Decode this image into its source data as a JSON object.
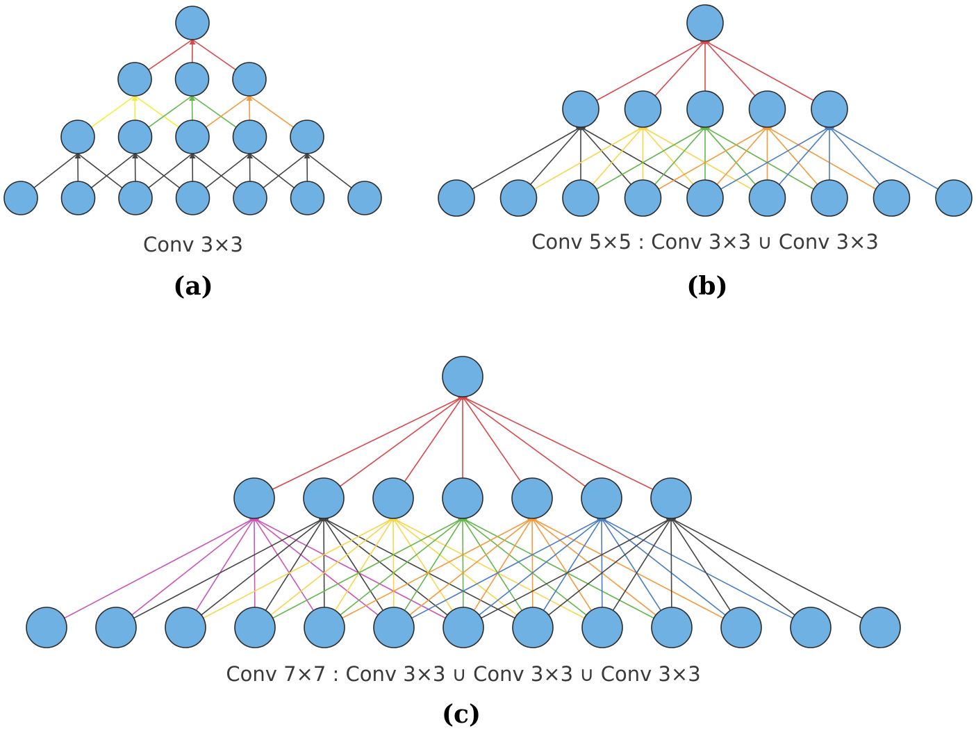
{
  "colors": {
    "node_fill": "#6fb1e2",
    "node_stroke": "#2b2b2b",
    "red": "#d9474b",
    "black": "#444444",
    "yellow": "#f6d64a",
    "bright_yellow": "#f2ee3c",
    "green": "#62b64b",
    "orange": "#f39a3c",
    "blue": "#4a7cc4",
    "magenta": "#c955b8"
  },
  "panels": [
    {
      "id": "a",
      "label": "(a)",
      "caption": "Conv 3×3",
      "layers": [
        7,
        5,
        3,
        1
      ],
      "kernel": 3,
      "arrows": true,
      "layer_edge_colors": [
        [
          "black",
          "black",
          "black",
          "black",
          "black"
        ],
        [
          "bright_yellow",
          "green",
          "orange"
        ],
        [
          "red"
        ]
      ]
    },
    {
      "id": "b",
      "label": "(b)",
      "caption": "Conv 5×5 : Conv 3×3 ∪ Conv 3×3",
      "layers": [
        9,
        5,
        1
      ],
      "kernels": [
        5,
        5
      ],
      "arrows": false,
      "layer_edge_colors": [
        [
          "black",
          "yellow",
          "green",
          "orange",
          "blue"
        ],
        [
          "red"
        ]
      ]
    },
    {
      "id": "c",
      "label": "(c)",
      "caption": "Conv 7×7 : Conv 3×3 ∪ Conv 3×3 ∪ Conv 3×3",
      "layers": [
        13,
        7,
        1
      ],
      "kernels": [
        7,
        7
      ],
      "arrows": false,
      "layer_edge_colors": [
        [
          "magenta",
          "black",
          "yellow",
          "green",
          "orange",
          "blue",
          "black"
        ],
        [
          "red"
        ]
      ]
    }
  ]
}
